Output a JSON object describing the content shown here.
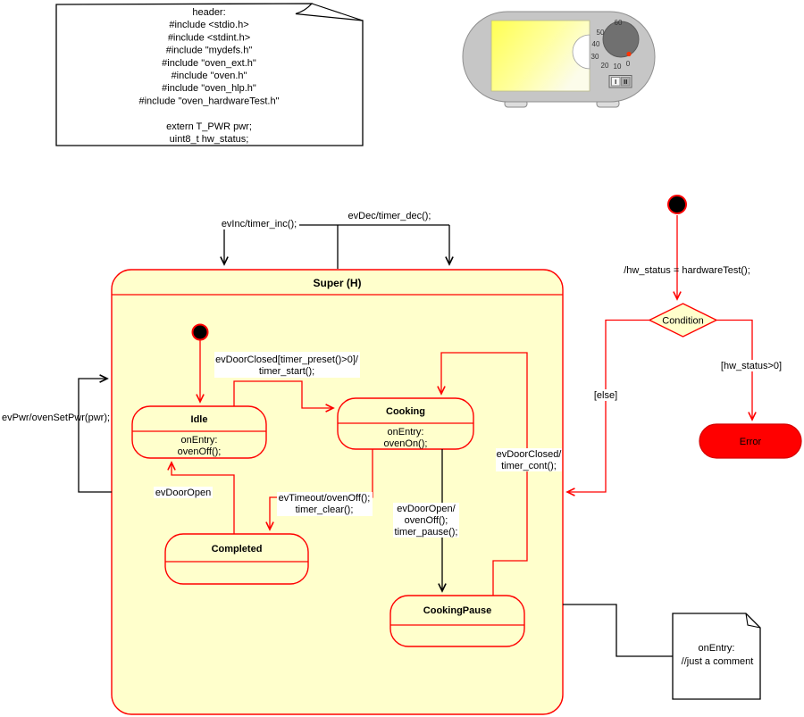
{
  "colors": {
    "state_fill": "#FFFFCC",
    "state_border": "#FF0000",
    "error_fill": "#FF0000",
    "transition_red": "#FF0000",
    "transition_black": "#000000",
    "oven_body": "#C6C6C6",
    "oven_door_yellow": "#FFFF5E"
  },
  "header_note": {
    "lines": [
      "header:",
      "#include <stdio.h>",
      "#include <stdint.h>",
      "#include \"mydefs.h\"",
      "#include \"oven_ext.h\"",
      "#include \"oven.h\"",
      "#include \"oven_hlp.h\"",
      "#include \"oven_hardwareTest.h\"",
      "",
      "extern T_PWR pwr;",
      "uint8_t hw_status;"
    ]
  },
  "comment_note": {
    "line1": "onEntry:",
    "line2": "//just a comment"
  },
  "oven": {
    "dial_labels": [
      "60",
      "50",
      "40",
      "30",
      "20",
      "10",
      "0"
    ],
    "switch_left": "I",
    "switch_right": "II"
  },
  "states": {
    "super": {
      "title": "Super (H)"
    },
    "idle": {
      "title": "Idle",
      "entry_label": "onEntry:",
      "entry_action": "ovenOff();"
    },
    "cooking": {
      "title": "Cooking",
      "entry_label": "onEntry:",
      "entry_action": "ovenOn();"
    },
    "completed": {
      "title": "Completed"
    },
    "cooking_pause": {
      "title": "CookingPause"
    },
    "error": {
      "title": "Error"
    },
    "condition": {
      "title": "Condition"
    }
  },
  "transitions": {
    "ev_inc": "evInc/timer_inc();",
    "ev_dec": "evDec/timer_dec();",
    "ev_pwr": "evPwr/ovenSetPwr(pwr);",
    "idle_to_cooking_line1": "evDoorClosed[timer_preset()>0]/",
    "idle_to_cooking_line2": "timer_start();",
    "timeout_line1": "evTimeout/ovenOff();",
    "timeout_line2": "timer_clear();",
    "door_open": "evDoorOpen",
    "pause_line1": "evDoorOpen/",
    "pause_line2": "ovenOff();",
    "pause_line3": "timer_pause();",
    "cont_line1": "evDoorClosed/",
    "cont_line2": "timer_cont();",
    "hw_init": "/hw_status = hardwareTest();",
    "guard_else": "[else]",
    "guard_hw_status": "[hw_status>0]"
  }
}
